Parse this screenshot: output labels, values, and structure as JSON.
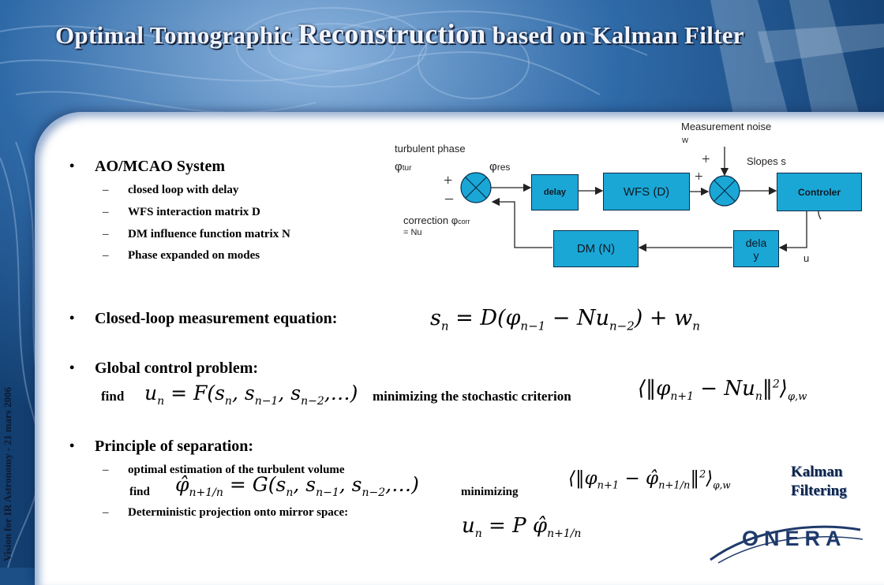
{
  "title": {
    "part1": "Optimal Tomographic ",
    "part2": "Reconstruction",
    "part3": " based on Kalman Filter"
  },
  "side_text": "Vision for IR Astronomy - 21 mars 2006",
  "bullets": {
    "ao": "AO/MCAO System",
    "ao_items": [
      "closed loop with delay",
      "WFS interaction matrix D",
      "DM influence function matrix N",
      "Phase expanded on modes"
    ],
    "closed_loop": "Closed-loop measurement equation:",
    "global": "Global control problem:",
    "find": "find",
    "minimizing_crit": "minimizing the stochastic criterion",
    "separation": "Principle of separation:",
    "sep_item1": "optimal estimation of the turbulent volume",
    "sep_find": "find",
    "sep_minimizing": "minimizing",
    "sep_item2": "Deterministic projection onto mirror space:"
  },
  "dash_char": "–",
  "bullet_char": "•",
  "kalman": [
    "Kalman",
    "Filtering"
  ],
  "diagram": {
    "turbulent_phase": "turbulent phase",
    "phi_tur": "φ",
    "tur_sub": "tur",
    "phi_res": "φ",
    "res_sub": "res",
    "plus": "+",
    "minus": "–",
    "plus2": "+",
    "plus3": "+",
    "correction": "correction φ",
    "corr_sub": "corr",
    "eq_nu": "= Nu",
    "delay": "delay",
    "wfs": "WFS (D)",
    "controler": "Controler",
    "dm": "DM (N)",
    "dela": "dela",
    "y": "y",
    "meas_noise": "Measurement noise",
    "w": "w",
    "slopes": "Slopes s",
    "u": "u"
  },
  "equations": {
    "measurement": {
      "s": "s",
      "n": "n",
      "eq": " = D(φ",
      "nm1": "n−1",
      "minus": " − Nu",
      "nm2": "n−2",
      "close": ") + w",
      "nsub": "n"
    },
    "control": {
      "u": "u",
      "n": "n",
      "eq": " = F(s",
      "n2": "n",
      "c1": ", s",
      "nm1": "n−1",
      "c2": ", s",
      "nm2": "n−2",
      "tail": ",…)"
    },
    "criterion": {
      "phi": "φ",
      "np1": "n+1",
      "minus": " − Nu",
      "n": "n",
      "sq": "2",
      "sub": "φ,w"
    },
    "estimation": {
      "phi": "φ̂",
      "np1n": "n+1/n",
      "eq": " = G(s",
      "n": "n",
      "c1": ", s",
      "nm1": "n−1",
      "c2": ", s",
      "nm2": "n−2",
      "tail": ",…)"
    },
    "est_criterion": {
      "phi": "φ",
      "np1": "n+1",
      "minus": " − φ̂",
      "np1n": "n+1/n",
      "sq": "2",
      "sub": "φ,w"
    },
    "projection": {
      "u": "u",
      "n": "n",
      "eq": " = P φ̂",
      "np1n": "n+1/n"
    }
  },
  "logo": "ONERA",
  "colors": {
    "accent": "#1aa7d6",
    "background": "#1b4f86",
    "panel": "#ffffff"
  }
}
